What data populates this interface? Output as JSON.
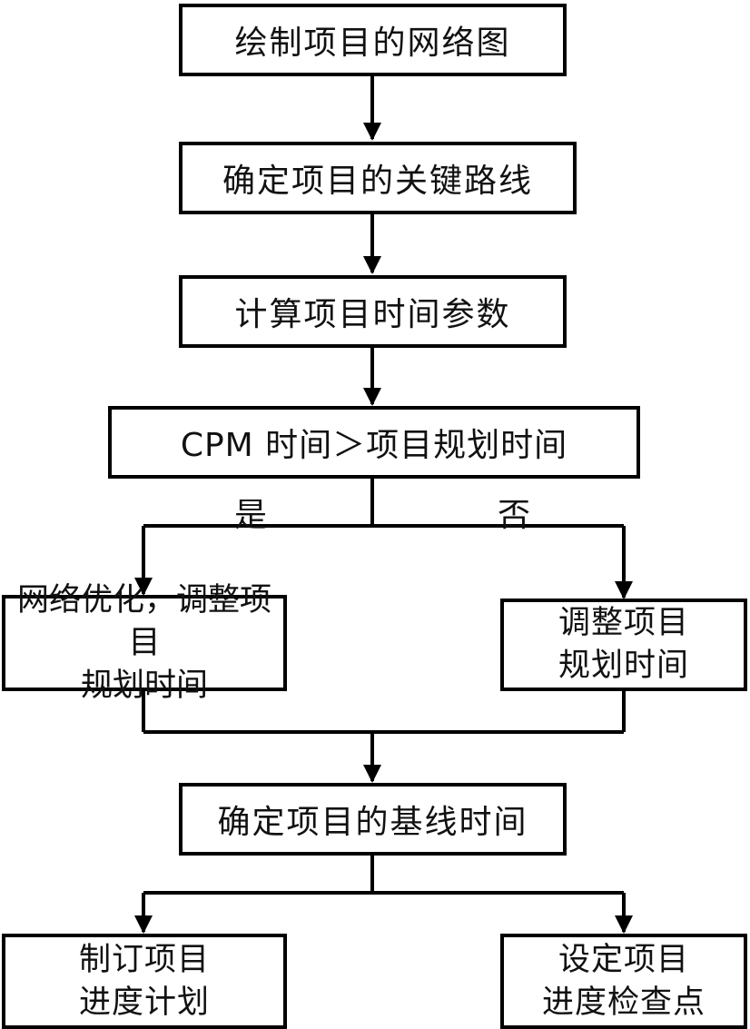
{
  "nodes": {
    "draw_network": "绘制项目的网络图",
    "critical_path": "确定项目的关键路线",
    "calc_params": "计算项目时间参数",
    "decision": "CPM 时间＞项目规划时间",
    "optimize": {
      "line1": "网络优化，调整项目",
      "line2": "规划时间"
    },
    "adjust": {
      "line1": "调整项目",
      "line2": "规划时间"
    },
    "baseline": "确定项目的基线时间",
    "make_plan": {
      "line1": "制订项目",
      "line2": "进度计划"
    },
    "set_checkpoints": {
      "line1": "设定项目",
      "line2": "进度检查点"
    }
  },
  "branch_labels": {
    "yes": "是",
    "no": "否"
  },
  "colors": {
    "stroke": "#000000",
    "text": "#111111",
    "background": "#ffffff"
  }
}
